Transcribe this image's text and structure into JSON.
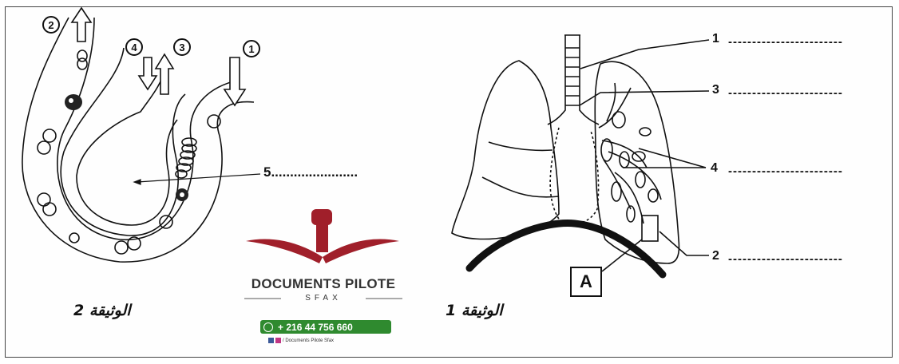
{
  "doc2": {
    "caption": "الوثيقة 2",
    "labels": {
      "l1": "1",
      "l2": "2",
      "l3": "3",
      "l4": "4",
      "l5": "5"
    },
    "pointer5": "5......................."
  },
  "doc1": {
    "caption": "الوثيقة 1",
    "box_a": "A",
    "labels": [
      {
        "n": "1",
        "blank": "------------------------"
      },
      {
        "n": "3",
        "blank": "------------------------"
      },
      {
        "n": "4",
        "blank": "------------------------"
      },
      {
        "n": "2",
        "blank": "------------------------"
      }
    ]
  },
  "watermark": {
    "name": "DOCUMENTS PILOTE",
    "city": "SFAX",
    "phone": "+ 216 44 756 660",
    "social": "/ Documents Pilote Sfax",
    "colors": {
      "brand": "#a01f2a",
      "phone_bg": "#2f8a2f"
    }
  }
}
